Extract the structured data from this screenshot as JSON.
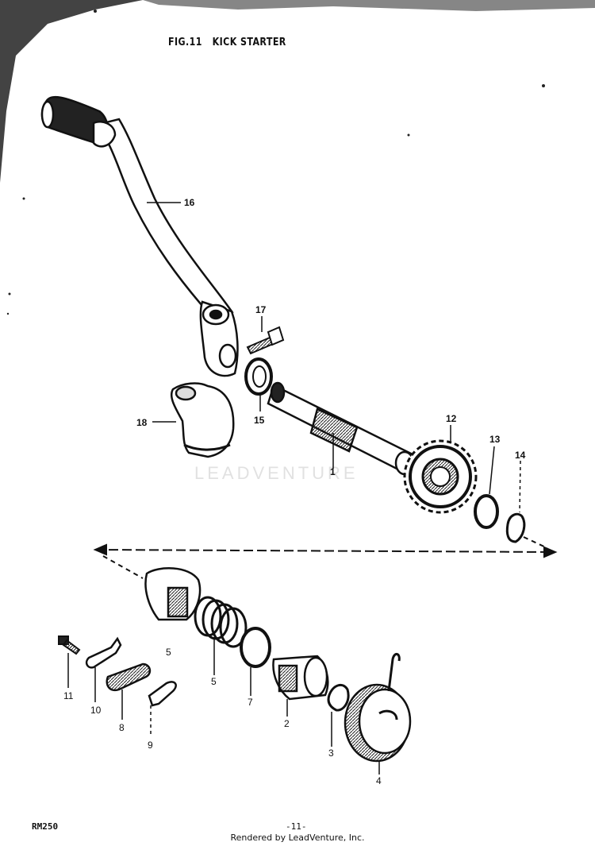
{
  "figure": {
    "fig_label": "FIG.11",
    "title": "KICK STARTER"
  },
  "callouts": {
    "c16": "16",
    "c17": "17",
    "c15": "15",
    "c18": "18",
    "c1": "1",
    "c12": "12",
    "c13": "13",
    "c14": "14",
    "c5a": "5",
    "c5b": "5",
    "c7": "7",
    "c2": "2",
    "c3": "3",
    "c4": "4",
    "c11": "11",
    "c10": "10",
    "c8": "8",
    "c9": "9"
  },
  "watermark": "LEADVENTURE",
  "footer": {
    "model": "RM250",
    "page_number": "-11-",
    "credit": "Rendered by LeadVenture, Inc."
  }
}
